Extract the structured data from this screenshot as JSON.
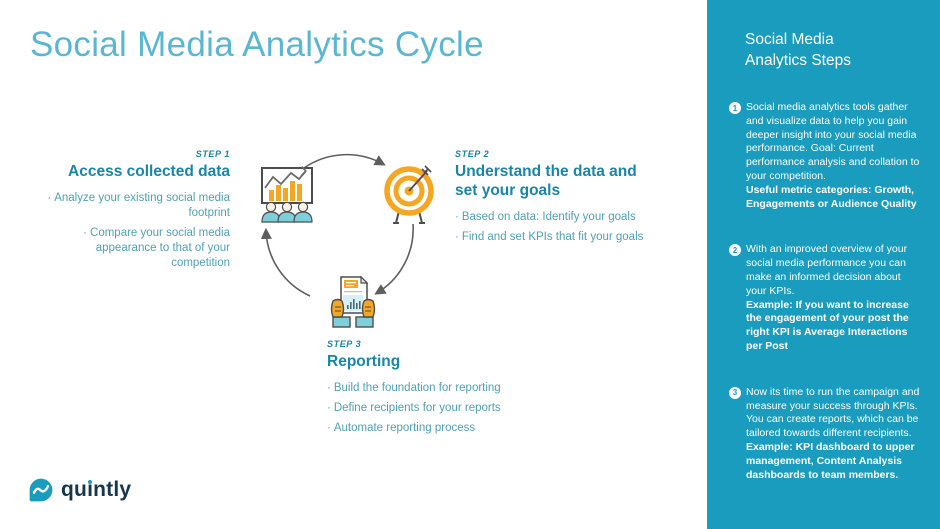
{
  "slide": {
    "title": "Social Media Analytics Cycle"
  },
  "ui": {
    "bullet_char": "·"
  },
  "steps": [
    {
      "label": "STEP 1",
      "heading": "Access collected data",
      "bullets": [
        "Analyze your existing social media footprint",
        "Compare your social media appearance to that of your competition"
      ]
    },
    {
      "label": "STEP 2",
      "heading": "Understand the data and\nset your goals",
      "bullets": [
        "Based on data: Identify your goals",
        "Find and set KPIs that fit your goals"
      ]
    },
    {
      "label": "STEP 3",
      "heading": "Reporting",
      "bullets": [
        "Build the foundation for reporting",
        "Define recipients for your reports",
        "Automate reporting process"
      ]
    }
  ],
  "sidebar": {
    "title": "Social Media\nAnalytics Steps",
    "items": [
      {
        "number": "1",
        "text": "Social media analytics tools gather and visualize data to help you gain deeper insight into your social media performance. Goal: Current performance analysis and collation to your competition.",
        "bold_text": "Useful metric categories: Growth, Engagements or Audience Quality"
      },
      {
        "number": "2",
        "text": "With an improved overview of your social media performance you can make an informed decision about your KPIs.",
        "bold_text": "Example: If you want to increase the engagement of your post the right KPI is Average Interactions per Post"
      },
      {
        "number": "3",
        "text": "Now its time to run the campaign and measure your success through KPIs. You can create reports, which can be tailored towards different recipients.",
        "bold_text": "Example: KPI dashboard to upper management, Content Analysis dashboards to team members."
      }
    ]
  },
  "logo": {
    "brand": "quintly",
    "pre": "qu",
    "i_base": "ı",
    "post": "ntly"
  },
  "icons": {
    "step1": "analytics-chart-audience-icon",
    "step2": "target-goal-icon",
    "step3": "report-in-hands-icon",
    "cycle": "cycle-arrows",
    "logo": "quintly-logo-icon"
  },
  "colors": {
    "accent_teal": "#1A9CBE",
    "title_blue": "#5AB7D3",
    "heading_teal": "#1886A8",
    "bullet_teal": "#4FA0B5",
    "icon_orange": "#F5A623",
    "icon_outline": "#4D4D4D",
    "icon_light_teal": "#7DCFDC",
    "arrow_gray": "#5E5E5E",
    "logo_navy": "#16364D",
    "sidebar_text": "#FFFFFF"
  }
}
